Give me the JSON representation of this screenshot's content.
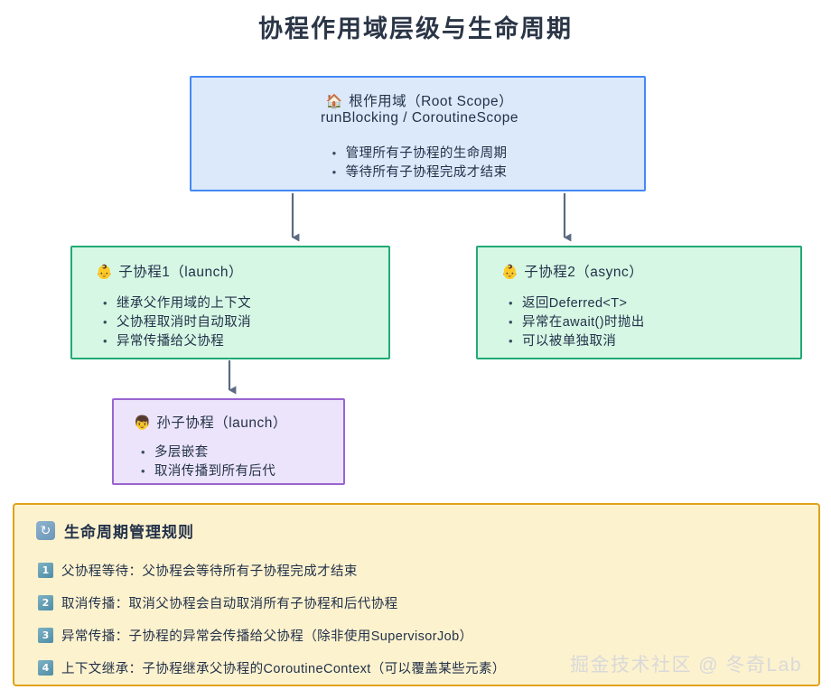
{
  "title": "协程作用域层级与生命周期",
  "colors": {
    "page_background": "#ffffff",
    "root_border": "#4488f4",
    "root_fill": "#dce9fb",
    "child_border": "#22aa77",
    "child_fill": "#d6f7e4",
    "grandchild_border": "#9a64d0",
    "grandchild_fill": "#ece4fa",
    "panel_border": "#e0a21a",
    "panel_fill": "#fdf2ce",
    "arrow": "#5b6b82",
    "text": "#23324a"
  },
  "nodes": {
    "root": {
      "emoji": "🏠",
      "icon_name": "house-icon",
      "header": "根作用域（Root Scope）",
      "subtitle": "runBlocking / CoroutineScope",
      "bullets": [
        "管理所有子协程的生命周期",
        "等待所有子协程完成才结束"
      ]
    },
    "child1": {
      "emoji": "👶",
      "icon_name": "baby-icon",
      "header": "子协程1（launch）",
      "bullets": [
        "继承父作用域的上下文",
        "父协程取消时自动取消",
        "异常传播给父协程"
      ]
    },
    "child2": {
      "emoji": "👶",
      "icon_name": "baby-icon",
      "header": "子协程2（async）",
      "bullets": [
        "返回Deferred<T>",
        "异常在await()时抛出",
        "可以被单独取消"
      ]
    },
    "grandchild": {
      "emoji": "👦",
      "icon_name": "boy-icon",
      "header": "孙子协程（launch）",
      "bullets": [
        "多层嵌套",
        "取消传播到所有后代"
      ]
    }
  },
  "rules_panel": {
    "icon": "🔄",
    "icon_name": "refresh-cycle-icon",
    "title": "生命周期管理规则",
    "rules": [
      {
        "num": "1",
        "text": "父协程等待：父协程会等待所有子协程完成才结束"
      },
      {
        "num": "2",
        "text": "取消传播：取消父协程会自动取消所有子协程和后代协程"
      },
      {
        "num": "3",
        "text": "异常传播：子协程的异常会传播给父协程（除非使用SupervisorJob）"
      },
      {
        "num": "4",
        "text": "上下文继承：子协程继承父协程的CoroutineContext（可以覆盖某些元素）"
      }
    ]
  },
  "watermark": "掘金技术社区 @ 冬奇Lab"
}
